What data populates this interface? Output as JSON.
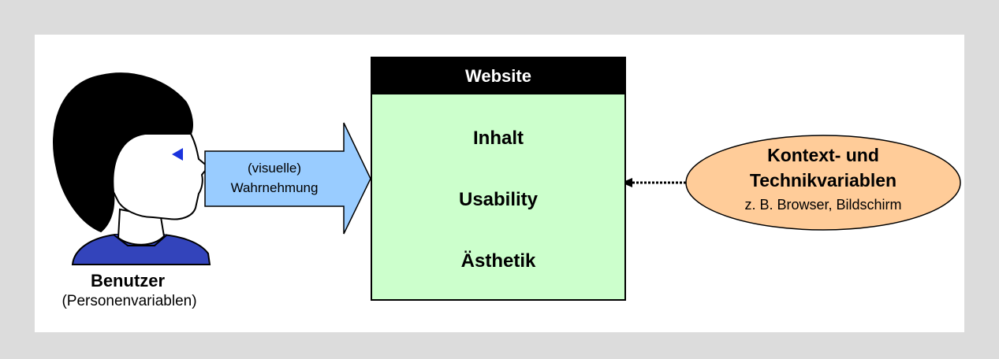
{
  "diagram": {
    "user": {
      "title": "Benutzer",
      "subtitle": "(Personenvariablen)"
    },
    "perception": {
      "line1": "(visuelle)",
      "line2": "Wahrnehmung"
    },
    "website": {
      "header": "Website",
      "items": [
        "Inhalt",
        "Usability",
        "Ästhetik"
      ]
    },
    "context": {
      "line1": "Kontext- und",
      "line2": "Technikvariablen",
      "line3": "z. B. Browser, Bildschirm"
    },
    "colors": {
      "background": "#dcdcdc",
      "website_fill": "#ccffcc",
      "arrow_fill": "#99ccff",
      "ellipse_fill": "#ffcc99",
      "shirt": "#3344bb",
      "eye": "#1a33dd"
    }
  }
}
